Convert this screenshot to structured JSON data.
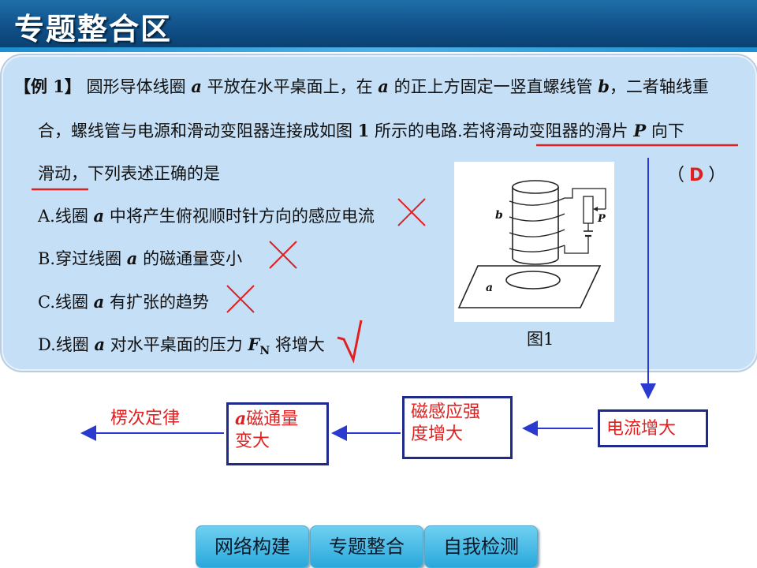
{
  "header": {
    "title": "专题整合区"
  },
  "question": {
    "label": "【例 1】",
    "line1a": "圆形导体线圈 ",
    "var_a": "a",
    "line1b": " 平放在水平桌面上，在 ",
    "line1c": " 的正上方固定一竖直螺线管 ",
    "var_b": "b",
    "line1d": "，二者轴线重",
    "line2a": "合，螺线管与电源和滑动变阻器连接成如图 ",
    "fig_num": "1",
    "line2b": " 所示的电路.若将滑动变阻器的滑片 ",
    "var_p": "P",
    "line2c": " 向下",
    "line3": "滑动，下列表述正确的是",
    "answer_open": "（",
    "answer": "D",
    "answer_close": "）",
    "optA_pre": "A.线圈 ",
    "optA_post": " 中将产生俯视顺时针方向的感应电流",
    "optB_pre": "B.穿过线圈 ",
    "optB_post": " 的磁通量变小",
    "optC_pre": "C.线圈 ",
    "optC_post": " 有扩张的趋势",
    "optD_pre": "D.线圈 ",
    "optD_mid": " 对水平桌面的压力 ",
    "var_f": "F",
    "sub_n": "N",
    "optD_post": " 将增大"
  },
  "figure": {
    "caption": "图1",
    "label_a": "a",
    "label_b": "b",
    "label_p": "P"
  },
  "flow": {
    "current": "电流增大",
    "field_1": "磁感应强",
    "field_2": "度增大",
    "flux_var": "a",
    "flux_1": "磁通量",
    "flux_2": "变大",
    "lenz": "楞次定律"
  },
  "nav": {
    "items": [
      "网络构建",
      "专题整合",
      "自我检测"
    ]
  },
  "colors": {
    "accent_red": "#e02020",
    "box_border": "#1f2a8a",
    "arrow_blue": "#2a3ad0",
    "panel_bg": "#c5dff6"
  }
}
